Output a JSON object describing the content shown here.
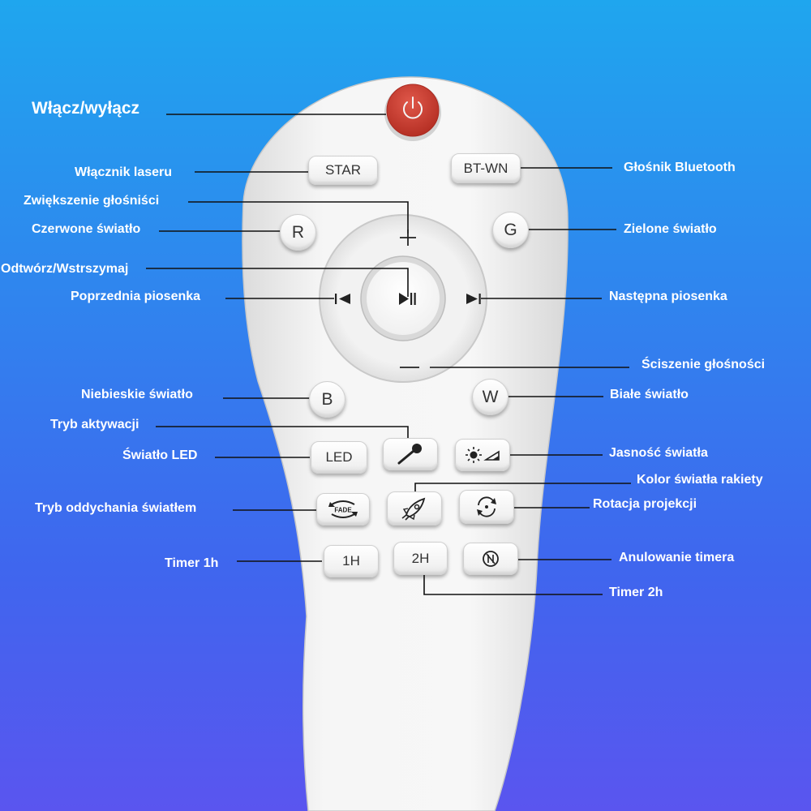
{
  "buttons": {
    "star": "STAR",
    "bt_wn": "BT-WN",
    "r": "R",
    "g": "G",
    "b": "B",
    "w": "W",
    "led": "LED",
    "one_h": "1H",
    "two_h": "2H",
    "fade": "FADE",
    "plus": "+",
    "minus": "—"
  },
  "labels": {
    "power": "Włącz/wyłącz",
    "laser": "Włącznik laseru",
    "bluetooth": "Głośnik Bluetooth",
    "volume_up": "Zwiększenie głośniści",
    "red": "Czerwone światło",
    "green": "Zielone światło",
    "play_pause": "Odtwórz/Wstrszymaj",
    "previous": "Poprzednia piosenka",
    "next": "Następna piosenka",
    "volume_down": "Ściszenie głośności",
    "blue": "Niebieskie światło",
    "white": "Białe światło",
    "activation": "Tryb aktywacji",
    "led": "Światło LED",
    "brightness": "Jasność światła",
    "rocket_color": "Kolor światła rakiety",
    "breathing": "Tryb oddychania światłem",
    "rotation": "Rotacja projekcji",
    "timer_1h": "Timer 1h",
    "cancel_timer": "Anulowanie timera",
    "timer_2h": "Timer 2h"
  },
  "icons": {
    "power": "power-icon",
    "play_pause": "play-pause-icon",
    "previous": "previous-track-icon",
    "next": "next-track-icon",
    "microphone": "microphone-icon",
    "brightness": "brightness-icon",
    "fade": "fade-cycle-icon",
    "rocket": "rocket-icon",
    "rotation": "rotation-icon",
    "cancel_timer": "timer-cancel-icon"
  },
  "colors": {
    "power_button": "#cc3b2e",
    "remote_body": "#f4f4f4",
    "label_text": "#ffffff",
    "leader_line": "#111111"
  }
}
